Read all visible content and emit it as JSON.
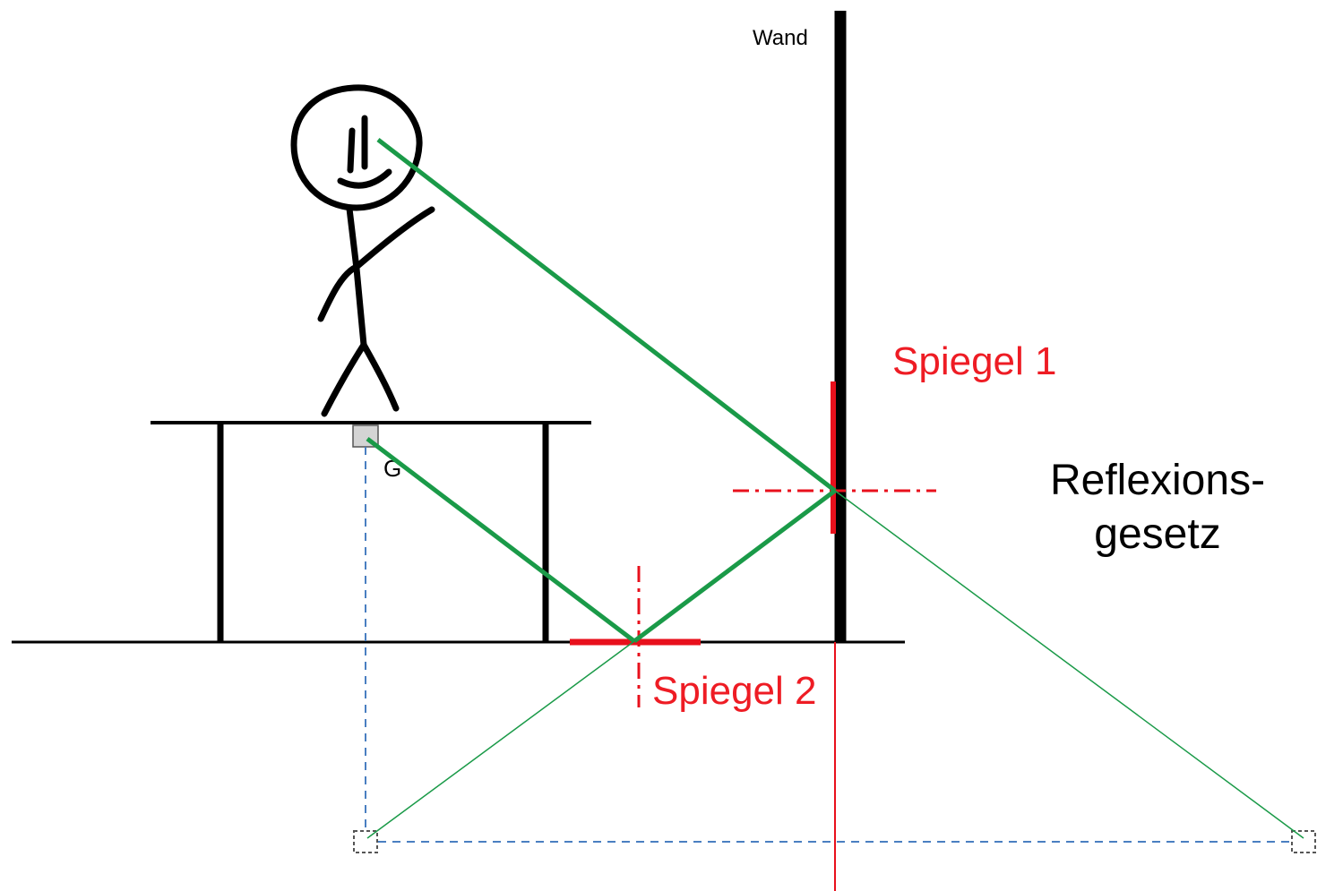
{
  "labels": {
    "wall": "Wand",
    "mirror1": "Spiegel 1",
    "mirror2": "Spiegel 2",
    "object": "G",
    "title_line1": "Reflexions-",
    "title_line2": "gesetz"
  },
  "colors": {
    "ray": "#1a9a48",
    "mirror": "#e8101c",
    "axis": "#e8101c",
    "construction": "#4a7fc1",
    "ink": "#000000",
    "object_fill": "#d4d4d4"
  }
}
